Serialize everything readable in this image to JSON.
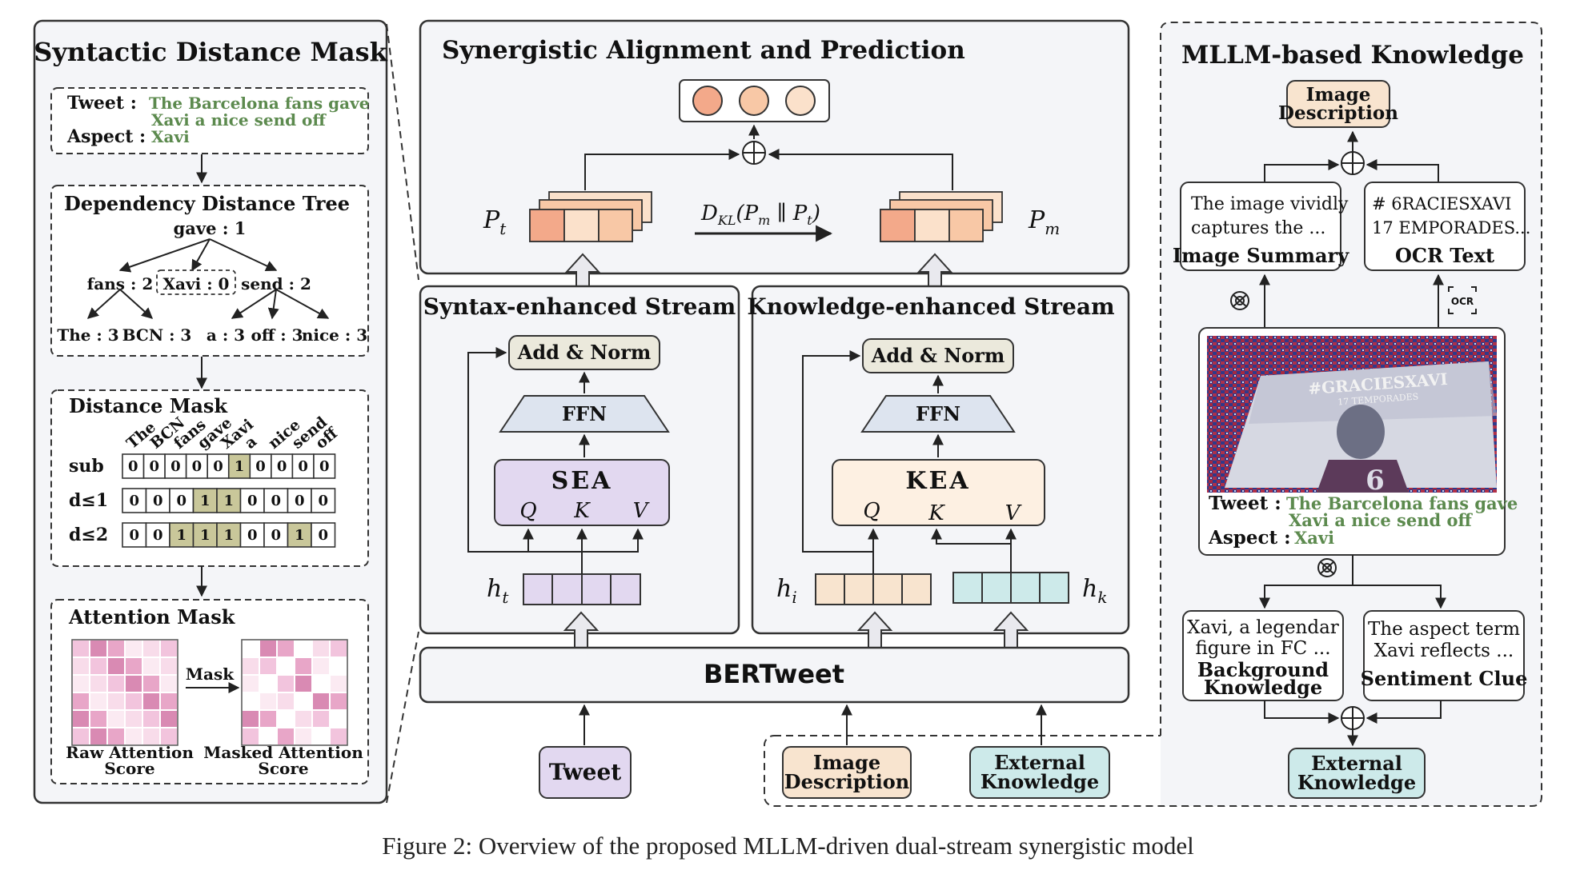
{
  "left_panel": {
    "title": "Syntactic Distance Mask",
    "tweet_label": "Tweet :",
    "tweet_text_1": "The Barcelona fans gave",
    "tweet_text_2": "Xavi a nice send off",
    "aspect_label": "Aspect :",
    "aspect_text": "Xavi",
    "tree": {
      "title": "Dependency Distance Tree",
      "root": "gave : 1",
      "mid": [
        "fans : 2",
        "Xavi : 0",
        "send : 2"
      ],
      "leaves": [
        "The : 3",
        "BCN : 3",
        "a : 3",
        "off : 3",
        "nice : 3"
      ]
    },
    "distance_mask": {
      "title": "Distance Mask",
      "columns": [
        "The",
        "BCN",
        "fans",
        "gave",
        "Xavi",
        "a",
        "nice",
        "send",
        "off"
      ],
      "rows": [
        {
          "label": "sub",
          "values": [
            "0",
            "0",
            "0",
            "0",
            "0",
            "1",
            "0",
            "0",
            "0",
            "0"
          ],
          "hl": [
            5
          ]
        },
        {
          "label": "d≤1",
          "values": [
            "0",
            "0",
            "0",
            "1",
            "1",
            "0",
            "0",
            "0",
            "0"
          ],
          "hl": [
            3,
            4
          ]
        },
        {
          "label": "d≤2",
          "values": [
            "0",
            "0",
            "1",
            "1",
            "1",
            "0",
            "0",
            "1",
            "0"
          ],
          "hl": [
            2,
            3,
            4,
            7
          ]
        }
      ]
    },
    "attention_mask": {
      "title": "Attention Mask",
      "arrow_label": "Mask",
      "raw_label_1": "Raw Attention",
      "raw_label_2": "Score",
      "masked_label_1": "Masked Attention",
      "masked_label_2": "Score"
    }
  },
  "middle_panel": {
    "top_title": "Synergistic Alignment and Prediction",
    "p_t": "P",
    "p_t_sub": "t",
    "p_m": "P",
    "p_m_sub": "m",
    "kl": "D",
    "kl_sub": "KL",
    "kl_args": "(P",
    "kl_args_m": "m",
    "kl_sep": " ∥ P",
    "kl_args_t": "t",
    "kl_close": ")",
    "syntax_stream": {
      "title": "Syntax-enhanced Stream",
      "add_norm": "Add & Norm",
      "ffn": "FFN",
      "attn": "SEA",
      "q": "Q",
      "k": "K",
      "v": "V",
      "h": "h",
      "h_sub": "t"
    },
    "knowledge_stream": {
      "title": "Knowledge-enhanced Stream",
      "add_norm": "Add & Norm",
      "ffn": "FFN",
      "attn": "KEA",
      "q": "Q",
      "k": "K",
      "v": "V",
      "h_i": "h",
      "h_i_sub": "i",
      "h_k": "h",
      "h_k_sub": "k"
    },
    "encoder": "BERTweet",
    "inputs": {
      "tweet": "Tweet",
      "image_desc_1": "Image",
      "image_desc_2": "Description",
      "ext_1": "External",
      "ext_2": "Knowledge"
    }
  },
  "right_panel": {
    "title": "MLLM-based Knowledge",
    "image_desc_1": "Image",
    "image_desc_2": "Description",
    "summary_text_1": "The image vividly",
    "summary_text_2": "captures the ...",
    "summary_label": "Image Summary",
    "ocr_text_1": "# 6RACIESXAVI",
    "ocr_text_2": "17 EMPORADES...",
    "ocr_label": "OCR Text",
    "ocr_icon_text": "OCR",
    "banner_text_1": "#GRACIESXAVI",
    "banner_text_2": "17 TEMPORADES",
    "jersey_number": "6",
    "tweet_label": "Tweet :",
    "tweet_text_1": "The Barcelona fans gave",
    "tweet_text_2": "Xavi a nice send off",
    "aspect_label": "Aspect :",
    "aspect_text": "Xavi",
    "bg_text_1": "Xavi, a legendar",
    "bg_text_2": "figure in FC ...",
    "bg_label_1": "Background",
    "bg_label_2": "Knowledge",
    "sc_text_1": "The aspect term",
    "sc_text_2": "Xavi  reflects ...",
    "sc_label": "Sentiment Clue",
    "ext_1": "External",
    "ext_2": "Knowledge"
  },
  "caption": "Figure 2: Overview of the proposed MLLM-driven dual-stream synergistic model",
  "colors": {
    "green_text": "#5c8a4e",
    "mask_hl": "#c9c79a",
    "purple_fill": "#e2d8f0",
    "peach_fill": "#f8e4cf",
    "teal_fill": "#cdeaea",
    "orange_dark": "#f3a98a",
    "panel_fill": "#f4f5f8"
  }
}
